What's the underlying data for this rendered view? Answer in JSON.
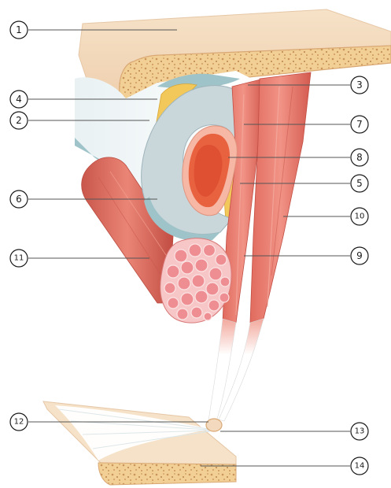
{
  "labels": [
    {
      "id": "1",
      "text": "①"
    },
    {
      "id": "2",
      "text": "②"
    },
    {
      "id": "3",
      "text": "③"
    },
    {
      "id": "4",
      "text": "④"
    },
    {
      "id": "5",
      "text": "⑤"
    },
    {
      "id": "6",
      "text": "⑥"
    },
    {
      "id": "7",
      "text": "⑦"
    },
    {
      "id": "8",
      "text": "⑧"
    },
    {
      "id": "9",
      "text": "⑨"
    },
    {
      "id": "10",
      "text": "⑩"
    },
    {
      "id": "11",
      "text": "⑪"
    },
    {
      "id": "12",
      "text": "⑫"
    },
    {
      "id": "13",
      "text": "⑬"
    },
    {
      "id": "14",
      "text": "⑭"
    }
  ],
  "colors": {
    "bone_outer": "#f3d9bd",
    "bone_marrow": "#f0c887",
    "cartilage": "#c9d6da",
    "muscle": "#d9675b",
    "muscle_light": "#ee9a8c",
    "fat": "#f2c85a",
    "tendon": "#ffffff",
    "white_membrane": "#ffffff",
    "teal_shade": "#9ec3c8"
  }
}
